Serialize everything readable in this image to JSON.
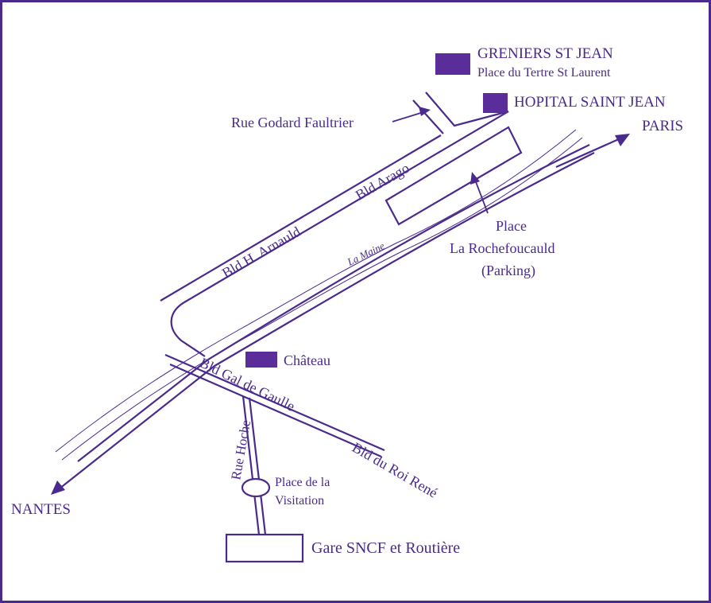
{
  "colors": {
    "ink": "#4a2a8c",
    "marker_fill": "#5a2d9a",
    "background": "#ffffff"
  },
  "landmarks": {
    "greniers": {
      "name": "GRENIERS ST JEAN",
      "subtitle": "Place du Tertre St Laurent"
    },
    "hopital": {
      "name": "HOPITAL SAINT JEAN"
    },
    "chateau": {
      "name": "Château"
    },
    "gare": {
      "name": "Gare SNCF et Routière"
    },
    "parking": {
      "line1": "Place",
      "line2": "La Rochefoucauld",
      "line3": "(Parking)"
    },
    "visitation": {
      "line1": "Place de la",
      "line2": "Visitation"
    }
  },
  "directions": {
    "paris": "PARIS",
    "nantes": "NANTES"
  },
  "streets": {
    "godard": "Rue Godard Faultrier",
    "arago": "Bld Arago",
    "arnauld": "Bld H. Arnauld",
    "gaulle": "Bld Gal de Gaulle",
    "roi_rene": "Bld du Roi René",
    "hoche": "Rue Hoche"
  },
  "river": {
    "name": "La Maine"
  }
}
